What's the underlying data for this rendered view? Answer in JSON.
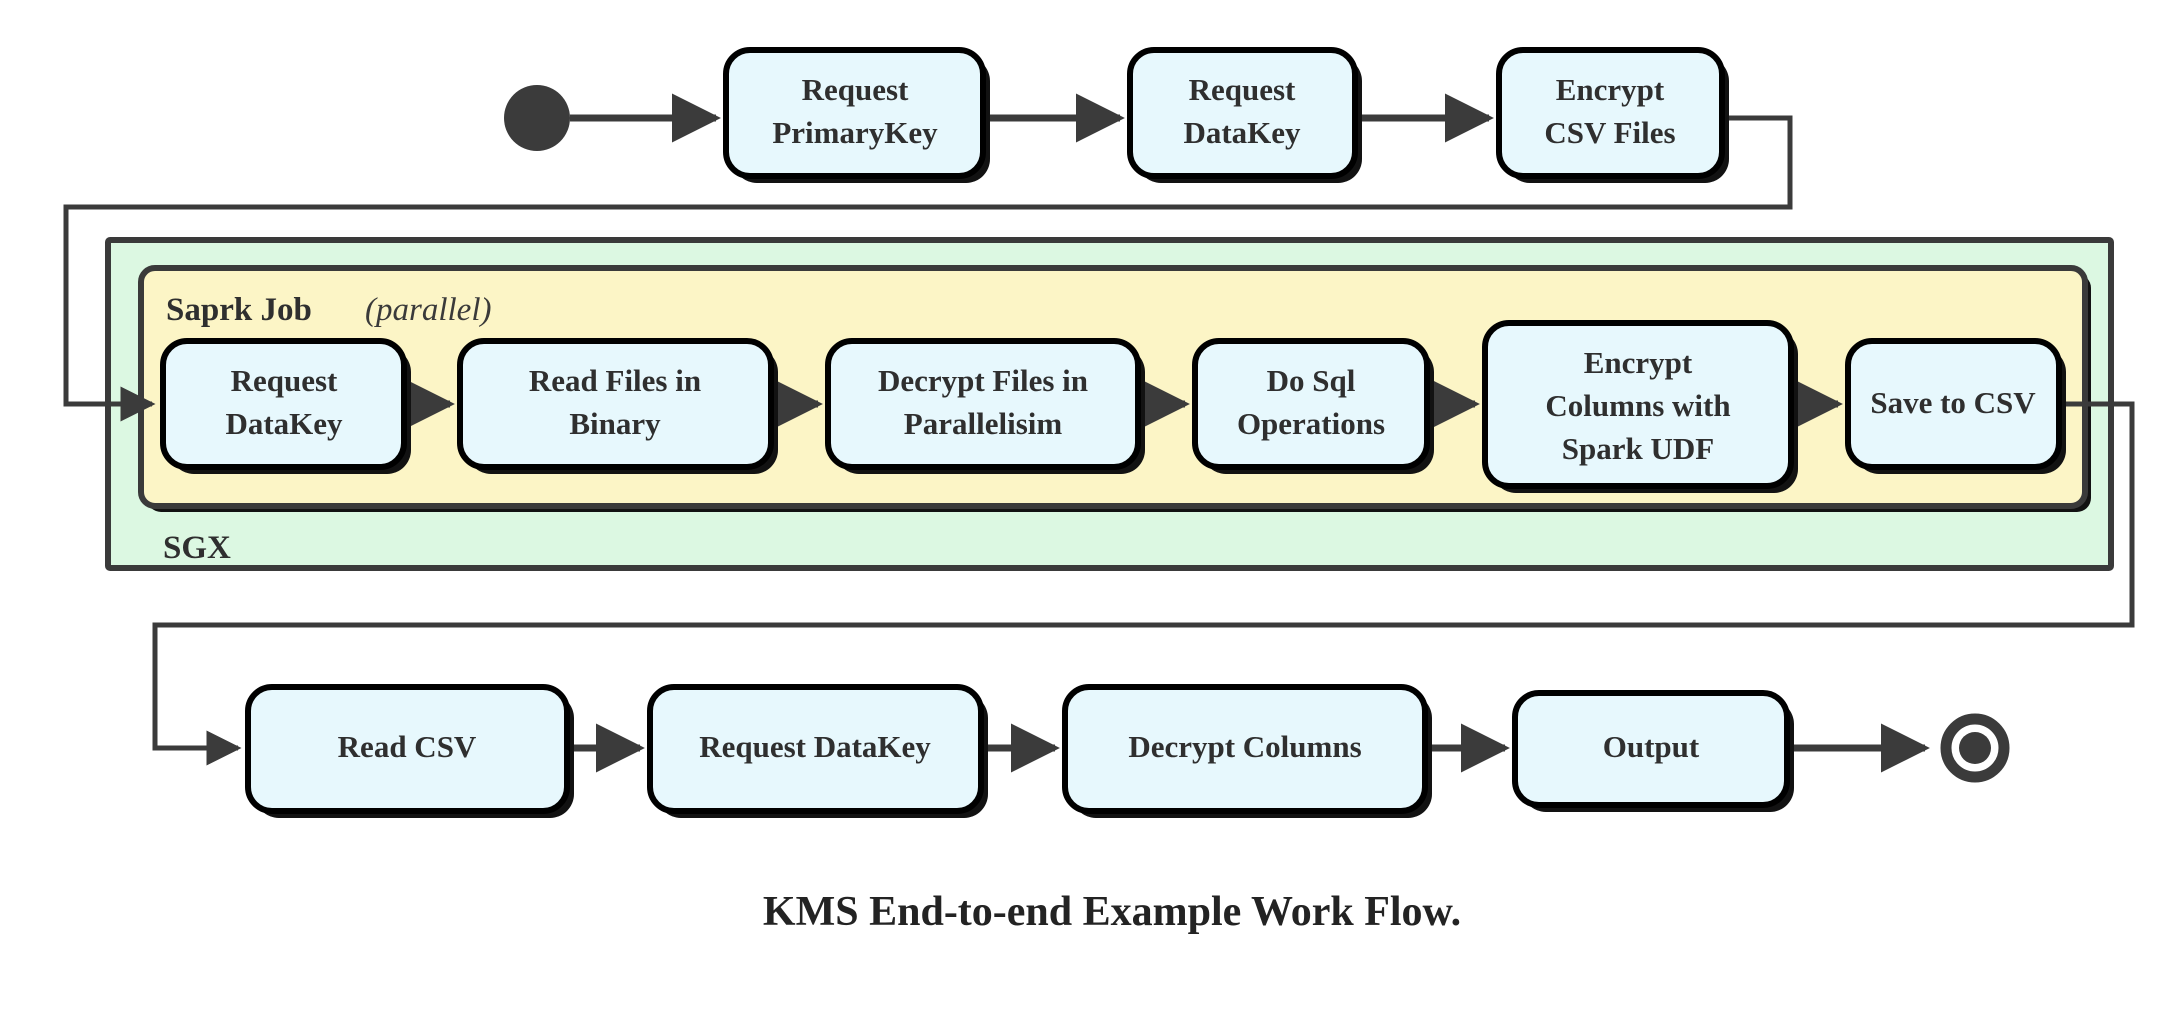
{
  "diagram": {
    "caption": "KMS End-to-end Example Work Flow.",
    "colors": {
      "node_fill": "#e7f8fd",
      "node_stroke": "#000000",
      "sgx_fill": "#dcf8e2",
      "spark_fill": "#fcf5c6",
      "wire": "#3b3b3b",
      "text": "#2f2f2f"
    },
    "start_node": {
      "name": "start"
    },
    "end_node": {
      "name": "end"
    },
    "containers": [
      {
        "id": "sgx",
        "label": "SGX",
        "label_suffix": ""
      },
      {
        "id": "spark",
        "label": "Saprk Job",
        "label_suffix": "(parallel)"
      }
    ],
    "rows": {
      "top": {
        "nodes": [
          {
            "id": "request-primarykey",
            "line1": "Request",
            "line2": "PrimaryKey"
          },
          {
            "id": "request-datakey-top",
            "line1": "Request",
            "line2": "DataKey"
          },
          {
            "id": "encrypt-csv-files",
            "line1": "Encrypt",
            "line2": "CSV Files"
          }
        ]
      },
      "middle": {
        "nodes": [
          {
            "id": "request-datakey-mid",
            "line1": "Request",
            "line2": "DataKey",
            "line3": ""
          },
          {
            "id": "read-files-in-binary",
            "line1": "Read Files in",
            "line2": "Binary",
            "line3": ""
          },
          {
            "id": "decrypt-files-in-parallelisim",
            "line1": "Decrypt Files in",
            "line2": "Parallelisim",
            "line3": ""
          },
          {
            "id": "do-sql-operations",
            "line1": "Do Sql",
            "line2": "Operations",
            "line3": ""
          },
          {
            "id": "encrypt-columns-with-spark-udf",
            "line1": "Encrypt",
            "line2": "Columns with",
            "line3": "Spark UDF"
          },
          {
            "id": "save-to-csv",
            "line1": "Save to CSV",
            "line2": "",
            "line3": ""
          }
        ]
      },
      "bottom": {
        "nodes": [
          {
            "id": "read-csv",
            "line1": "Read CSV",
            "line2": ""
          },
          {
            "id": "request-datakey-bottom",
            "line1": "Request DataKey",
            "line2": ""
          },
          {
            "id": "decrypt-columns",
            "line1": "Decrypt Columns",
            "line2": ""
          },
          {
            "id": "output",
            "line1": "Output",
            "line2": ""
          }
        ]
      }
    }
  }
}
